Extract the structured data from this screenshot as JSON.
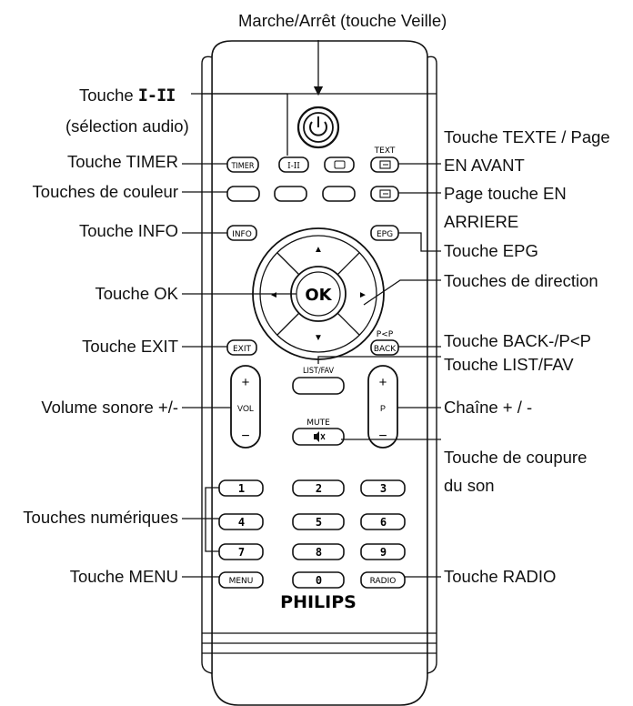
{
  "title_label": "Marche/Arrêt (touche Veille)",
  "left_labels": {
    "i_ii_prefix": "Touche",
    "i_ii_glyph": "I-II",
    "audio_select": "(sélection audio)",
    "timer": "Touche TIMER",
    "colors": "Touches de couleur",
    "info": "Touche INFO",
    "ok": "Touche OK",
    "exit": "Touche EXIT",
    "volume": "Volume sonore +/-",
    "numeric": "Touches numériques",
    "menu": "Touche MENU"
  },
  "right_labels": {
    "text_1": "Touche TEXTE / Page",
    "text_2": "EN AVANT",
    "back_page_1": "Page touche EN",
    "back_page_2": "ARRIERE",
    "epg": "Touche EPG",
    "direction": "Touches de direction",
    "back": "Touche BACK-/P<P",
    "listfav": "Touche LIST/FAV",
    "channel": "Chaîne + / -",
    "mute_1": "Touche de coupure",
    "mute_2": "du son",
    "radio": "Touche RADIO"
  },
  "remote": {
    "brand": "PHILIPS",
    "ok": "OK",
    "btn_timer": "TIMER",
    "btn_i_ii": "I-II",
    "btn_info": "INFO",
    "btn_epg": "EPG",
    "btn_exit": "EXIT",
    "btn_back": "BACK",
    "btn_listfav": "LIST/FAV",
    "btn_mute": "MUTE",
    "btn_menu": "MENU",
    "btn_radio": "RADIO",
    "text_tag": "TEXT",
    "pp_tag": "P<P",
    "vol_label": "VOL",
    "ch_label": "P",
    "plus": "+",
    "minus": "−",
    "digits": [
      "1",
      "2",
      "3",
      "4",
      "5",
      "6",
      "7",
      "8",
      "9",
      "0"
    ],
    "arrow_up": "▲",
    "arrow_down": "▼",
    "arrow_left": "◄",
    "arrow_right": "►"
  }
}
